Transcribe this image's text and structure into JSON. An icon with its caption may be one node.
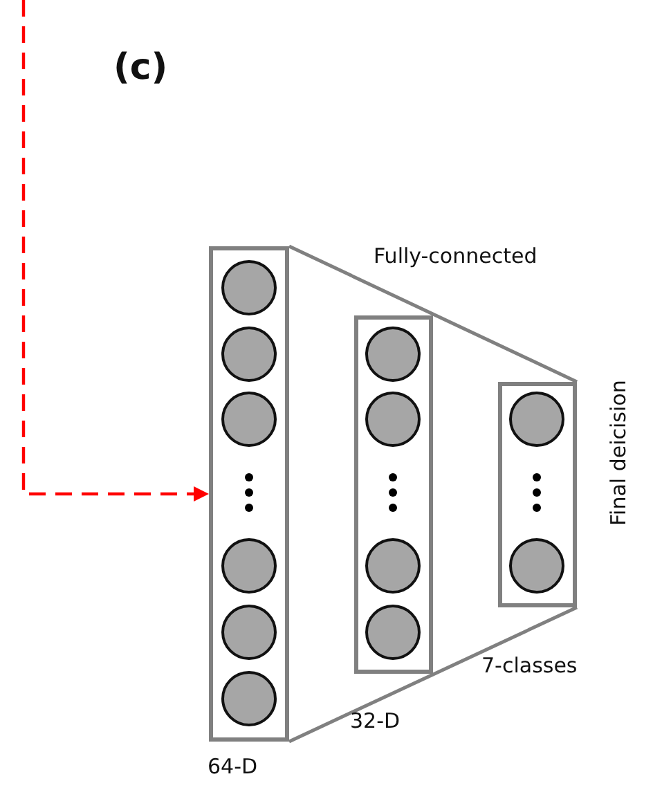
{
  "diagram": {
    "title": "(c)",
    "nodes": [
      {
        "text": [],
        "shape": "box",
        "beside": [
          "64-D"
        ]
      },
      {
        "text": [],
        "shape": "circle",
        "in": 0
      },
      {
        "text": [],
        "shape": "circle",
        "in": 0
      },
      {
        "text": [],
        "shape": "circle",
        "in": 0
      },
      {
        "text": [],
        "shape": "circle",
        "in": 0
      },
      {
        "text": [],
        "shape": "circle",
        "in": 0
      },
      {
        "text": [],
        "shape": "circle",
        "in": 0
      },
      {
        "text": [],
        "shape": "box",
        "beside": [
          "32-D"
        ]
      },
      {
        "text": [],
        "shape": "circle",
        "in": 7
      },
      {
        "text": [],
        "shape": "circle",
        "in": 7
      },
      {
        "text": [],
        "shape": "circle",
        "in": 7
      },
      {
        "text": [],
        "shape": "circle",
        "in": 7
      },
      {
        "text": [],
        "shape": "box",
        "beside": [
          "7-classes"
        ]
      },
      {
        "text": [],
        "shape": "circle",
        "in": 12
      },
      {
        "text": [],
        "shape": "circle",
        "in": 12
      }
    ],
    "edges": [
      {
        "from": null,
        "to": 0,
        "arrow": "to",
        "style": "dashed",
        "color": "#ff0000"
      },
      {
        "from": 0,
        "to": 12,
        "arrow": "none"
      },
      {
        "from": 0,
        "to": 12,
        "arrow": "none"
      }
    ],
    "labels": [
      "Fully-connected",
      "Final deicision"
    ]
  }
}
